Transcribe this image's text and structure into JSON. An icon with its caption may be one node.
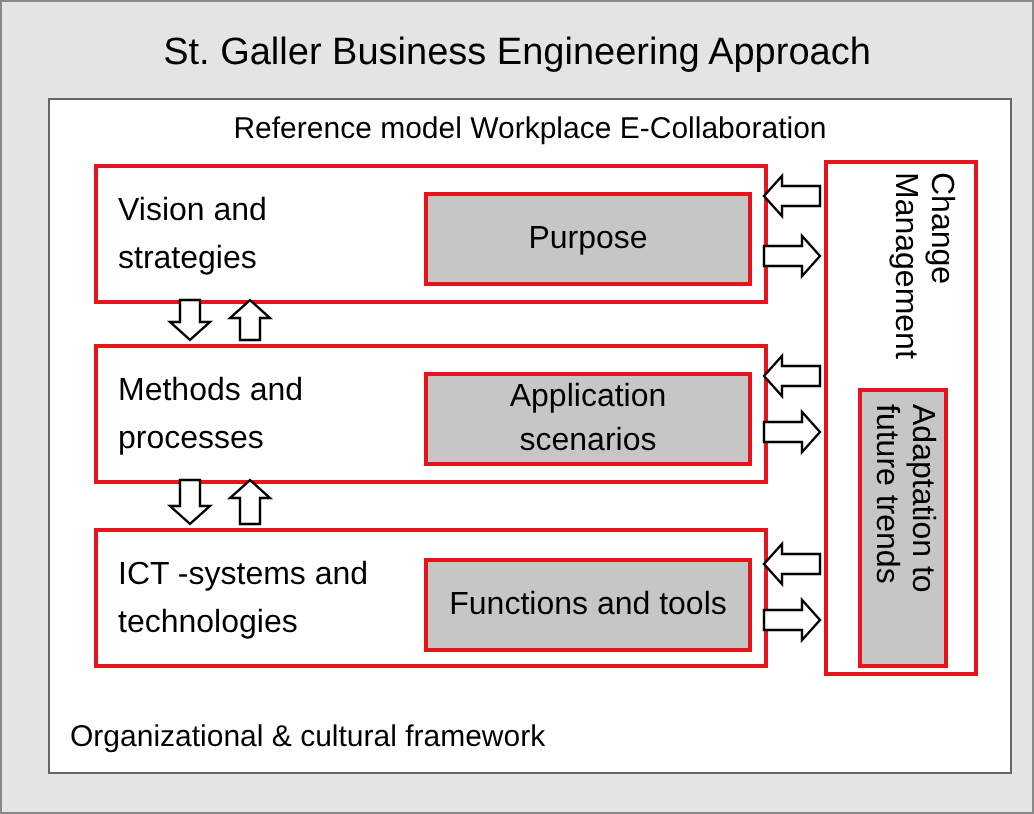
{
  "diagram": {
    "title": "St. Galler Business Engineering Approach",
    "nodes": [
      {
        "text": [],
        "shape": "box"
      },
      {
        "text": [
          "Reference model Workplace E-Collaboration",
          "Organizational & cultural framework"
        ],
        "in": 0
      },
      {
        "text": [
          "Vision and strategies"
        ],
        "in": 1
      },
      {
        "text": [
          "Purpose"
        ],
        "in": 2
      },
      {
        "text": [
          "Methods and processes"
        ],
        "in": 1
      },
      {
        "text": [
          "Application scenarios"
        ],
        "in": 4
      },
      {
        "text": [
          "ICT -systems and technologies"
        ],
        "in": 1
      },
      {
        "text": [
          "Functions and tools"
        ],
        "in": 6
      },
      {
        "text": [
          "Change Management"
        ],
        "in": 1
      },
      {
        "text": [
          "Adaptation to future trends"
        ],
        "in": 8
      }
    ],
    "edges": [
      {
        "from": 2,
        "to": 4,
        "arrow": "to"
      },
      {
        "from": 4,
        "to": 2,
        "arrow": "to"
      },
      {
        "from": 4,
        "to": 6,
        "arrow": "to"
      },
      {
        "from": 6,
        "to": 4,
        "arrow": "to"
      },
      {
        "from": 8,
        "to": 2,
        "arrow": "to"
      },
      {
        "from": 2,
        "to": 8,
        "arrow": "to"
      },
      {
        "from": 8,
        "to": 4,
        "arrow": "to"
      },
      {
        "from": 4,
        "to": 8,
        "arrow": "to"
      },
      {
        "from": 8,
        "to": 6,
        "arrow": "to"
      },
      {
        "from": 6,
        "to": 8,
        "arrow": "to"
      }
    ]
  }
}
